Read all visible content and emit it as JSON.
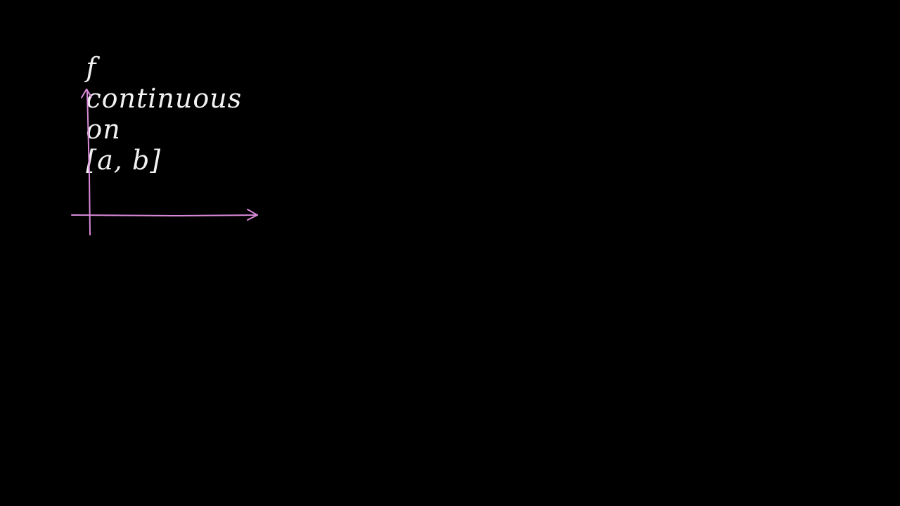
{
  "statement": {
    "function_symbol": "f",
    "condition": "continuous",
    "preposition": "on",
    "interval": "[a, b]"
  },
  "colors": {
    "background": "#000000",
    "chalk_text": "#f2f2f2",
    "axes": "#d98ad9"
  },
  "diagram": {
    "axes_color_name": "pink",
    "arrowheads": [
      "y-axis-up",
      "x-axis-right"
    ]
  }
}
